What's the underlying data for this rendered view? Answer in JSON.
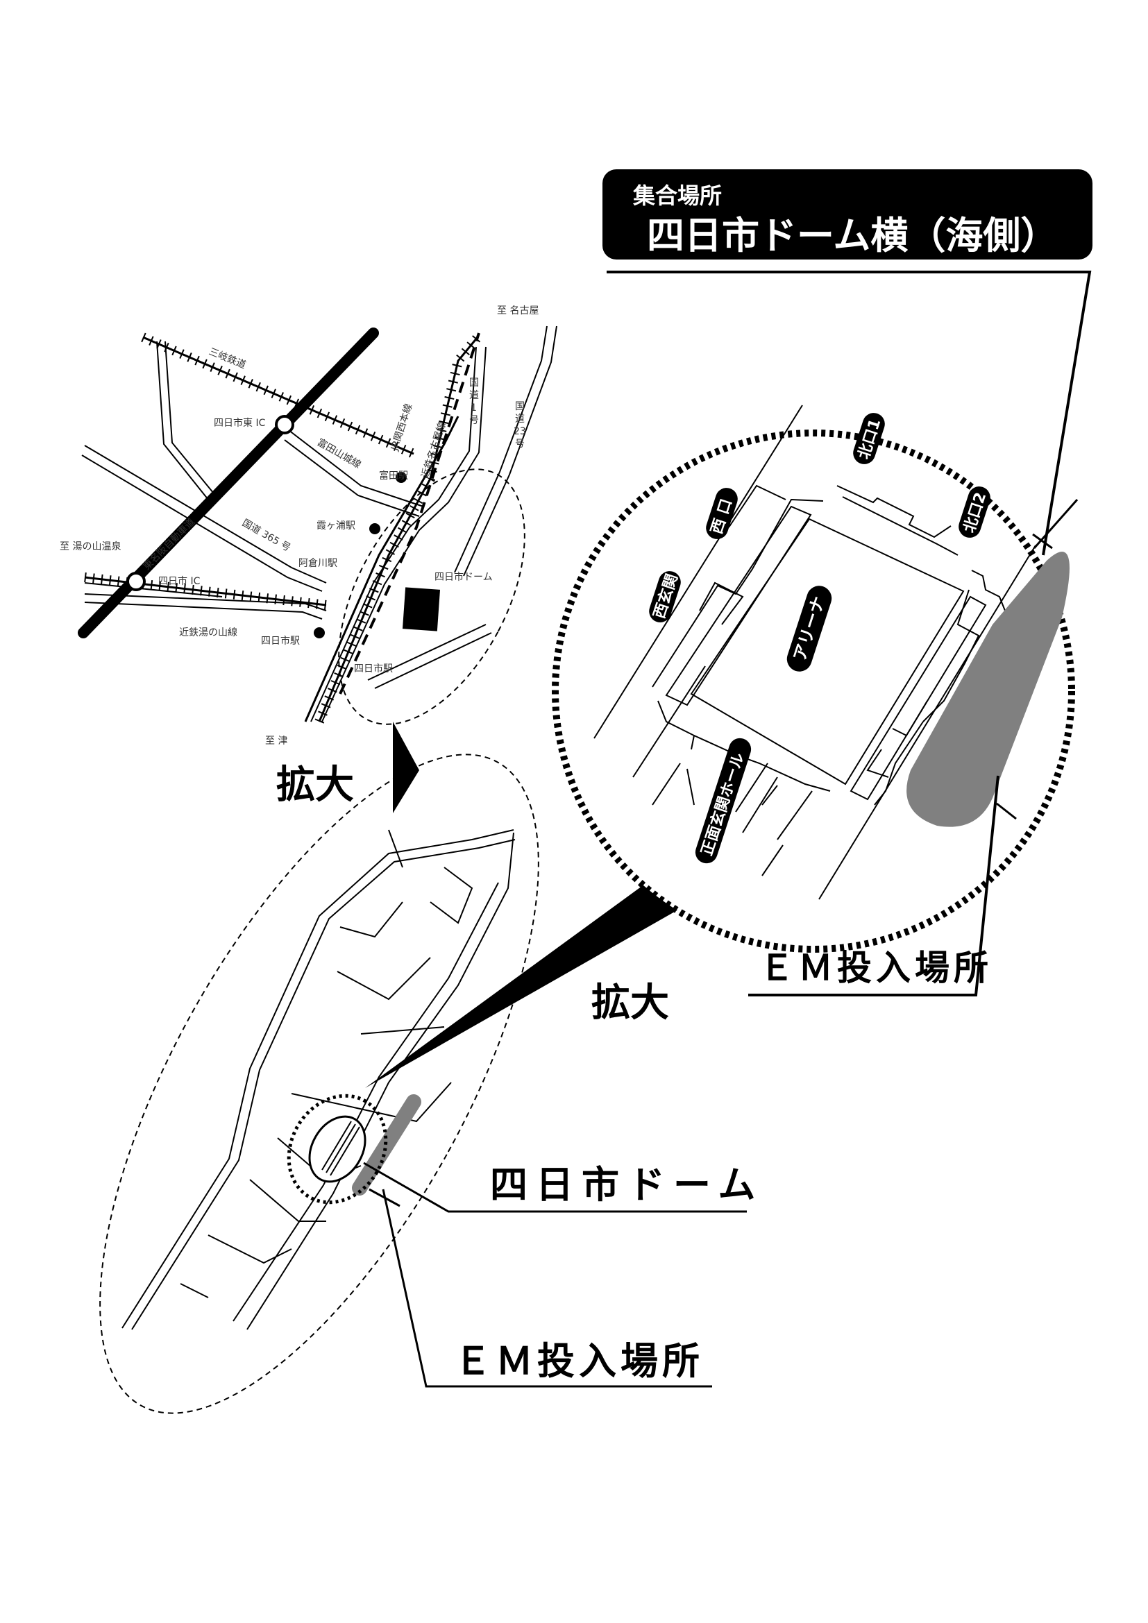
{
  "callout": {
    "label": "集合場所",
    "title": "四日市ドーム横（海側）"
  },
  "zoom_labels": {
    "first": "拡大",
    "second": "拡大"
  },
  "overview_map": {
    "labels": {
      "sanki": "三岐鉄道",
      "yokkaichi_higashi_ic": "四日市東 IC",
      "tomita_yamashiro_line": "富田山城線",
      "tomita_station": "富田駅",
      "kasumigaura_station": "霞ヶ浦駅",
      "akura_station": "阿倉川駅",
      "route365": "国道 365 号",
      "meihan": "東名阪自動車道",
      "yunoyama": "至 湯の山温泉",
      "yokkaichi_ic": "四日市 IC",
      "yunoyama_line": "近鉄湯の山線",
      "yokkaichi_station_kintetsu": "四日市駅",
      "yokkaichi_station_jr": "四日市駅",
      "dome": "四日市ドーム",
      "to_tsu": "至 津",
      "to_nagoya": "至 名古屋",
      "route1": [
        "国",
        "道",
        "1",
        "号"
      ],
      "route23": [
        "国",
        "道",
        "23",
        "号"
      ],
      "jr_kansai_line": "JR関西本線",
      "kintetsu_nagoya_line": "近鉄名古屋線"
    }
  },
  "detail_map": {
    "labels": {
      "arena": "アリーナ",
      "north_gate_1": "北口1",
      "north_gate_2": "北口2",
      "west_gate": "西 口",
      "west_entrance": "西玄関",
      "main_entrance_hall": "正面玄関ホール"
    },
    "em_label": "ＥＭ投入場所"
  },
  "area_map": {
    "dome_label": "四日市ドーム",
    "em_label": "ＥＭ投入場所"
  },
  "colors": {
    "ink": "#000000",
    "em_area": "#808080",
    "background": "#ffffff"
  },
  "icons": [
    "dome-marker-icon",
    "station-dot-icon",
    "interchange-icon",
    "zoom-pointer-icon"
  ]
}
